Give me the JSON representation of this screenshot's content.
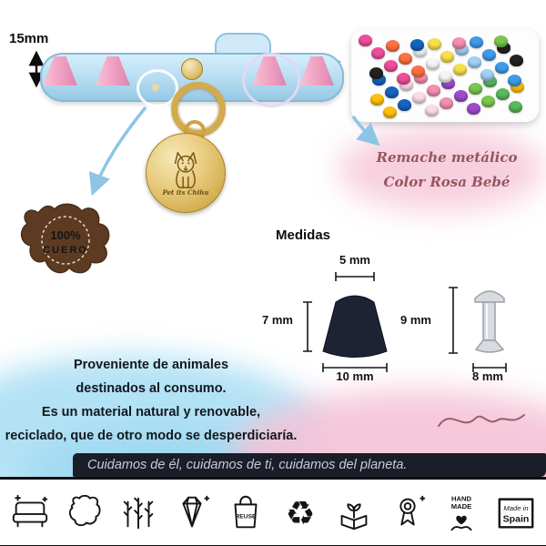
{
  "collar": {
    "width_label": "15mm",
    "charm_text": "Pet its Chihu"
  },
  "rivet_note": {
    "line1": "Remache metálico",
    "line2": "Color Rosa Bebé"
  },
  "leather_badge": {
    "percent": "100%",
    "material": "CUERO"
  },
  "measures": {
    "title": "Medidas",
    "cone_top_width": "5 mm",
    "cone_height": "7 mm",
    "cone_base_width": "10 mm",
    "rivet_height": "9 mm",
    "rivet_base_width": "8 mm"
  },
  "material_text": {
    "line1": "Proveniente de animales",
    "line2": "destinados al consumo.",
    "line3": "Es un material natural y renovable,",
    "line4": "reciclado, que de otro modo se desperdiciaría."
  },
  "banner": {
    "text": "Cuidamos de él, cuidamos de ti, cuidamos del planeta."
  },
  "icon_strip": {
    "icons": [
      "leather-sofa",
      "leather-hide",
      "trees",
      "diamond",
      "reuse-bag",
      "recycle",
      "plant-box",
      "award",
      "hand-made",
      "made-in-spain"
    ],
    "recycle_glyph": "♻",
    "reuse_label": "REUSE",
    "handmade_line1": "HAND",
    "handmade_line2": "MADE",
    "madein_line1": "Made in",
    "madein_line2": "Spain"
  },
  "colors": {
    "collar_blue": "#bfe3f4",
    "spike_pink": "#f2a4c4",
    "gold": "#d8b152",
    "banner_navy": "#191e29",
    "cone_navy": "#1d2333",
    "watercolor_blue": "#abdff4",
    "watercolor_pink": "#f5c3d7",
    "note_text": "#96565e",
    "arrow_blue": "#8cc5e6"
  },
  "rivet_photo": {
    "palette": [
      "#ef4f9a",
      "#f48fb1",
      "#3f9bea",
      "#1565c0",
      "#f7e04b",
      "#5cb85c",
      "#ff7043",
      "#9c4dcc",
      "#222222",
      "#fadbe7",
      "#9fd0f5",
      "#ffc107",
      "#f4f4f4",
      "#7ac74f"
    ]
  }
}
